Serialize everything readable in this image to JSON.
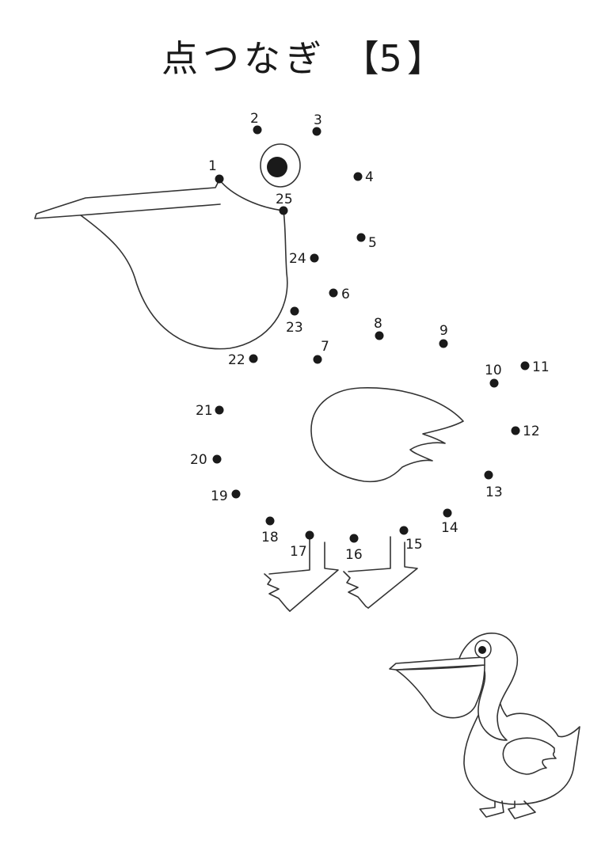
{
  "title": {
    "main": "点つなぎ",
    "open_bracket": "【",
    "number": "5",
    "close_bracket": "】"
  },
  "dots": [
    {
      "n": "1"
    },
    {
      "n": "2"
    },
    {
      "n": "3"
    },
    {
      "n": "4"
    },
    {
      "n": "5"
    },
    {
      "n": "6"
    },
    {
      "n": "7"
    },
    {
      "n": "8"
    },
    {
      "n": "9"
    },
    {
      "n": "10"
    },
    {
      "n": "11"
    },
    {
      "n": "12"
    },
    {
      "n": "13"
    },
    {
      "n": "14"
    },
    {
      "n": "15"
    },
    {
      "n": "16"
    },
    {
      "n": "17"
    },
    {
      "n": "18"
    },
    {
      "n": "19"
    },
    {
      "n": "20"
    },
    {
      "n": "21"
    },
    {
      "n": "22"
    },
    {
      "n": "23"
    },
    {
      "n": "24"
    },
    {
      "n": "25"
    }
  ],
  "illustration": {
    "subject": "pelican-icon",
    "line_color": "#333333",
    "dot_color": "#1a1a1a"
  }
}
